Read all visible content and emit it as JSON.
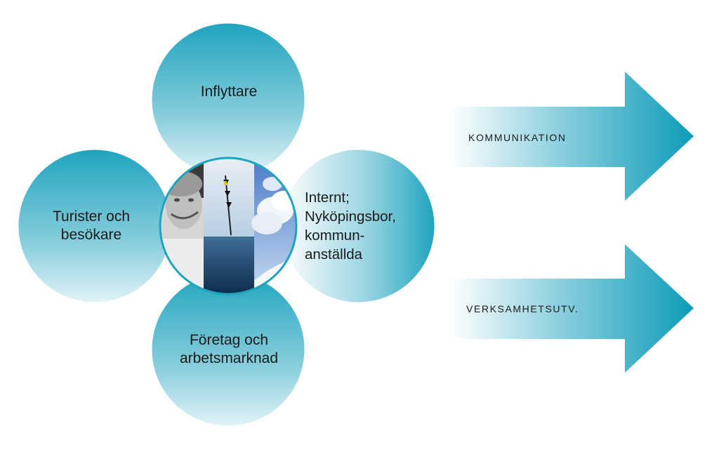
{
  "diagram": {
    "circles": {
      "top": "Inflyttare",
      "left": "Turister och\nbesökare",
      "right": "Internt;\nNyköpingsbor,\nkommun-\nanställda",
      "bottom": "Företag och\narbetsmarknad"
    },
    "arrows": {
      "first": "KOMMUNIKATION",
      "second": "VERKSAMHETSUTV."
    },
    "colors": {
      "teal": "#1ba3bd",
      "teal_light": "#d9eff4",
      "stroke": "#ffffff"
    }
  }
}
